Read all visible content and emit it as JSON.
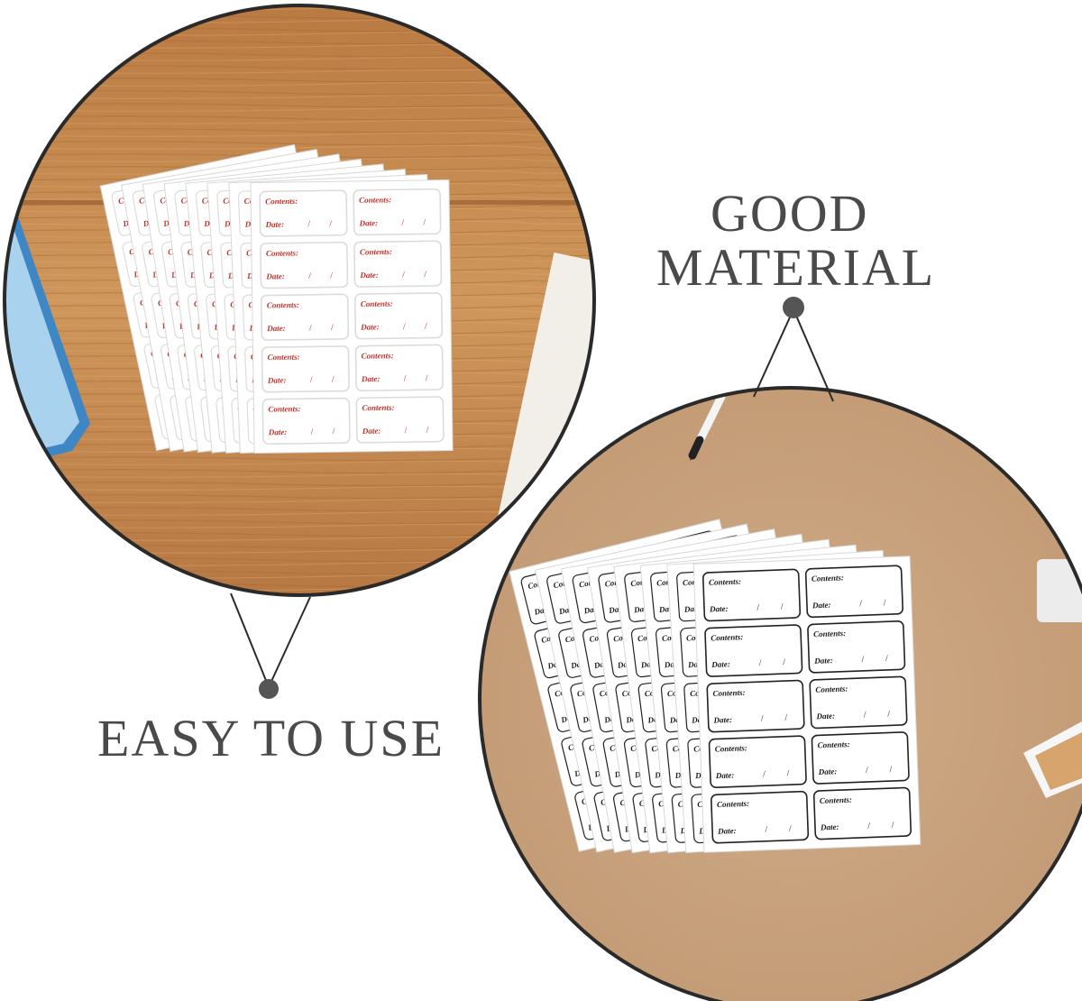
{
  "captions": {
    "easy_to_use": "EASY TO USE",
    "good_material_line1": "GOOD",
    "good_material_line2": "MATERIAL"
  },
  "label_text": {
    "contents": "Contents:",
    "date": "Date:",
    "date_separator": "/"
  },
  "colors": {
    "wood_light": "#c98f55",
    "wood_dark": "#a96a34",
    "tan_surface": "#c7a27c",
    "red_label_text": "#c0302a",
    "black_label_text": "#1a1a1a",
    "circle_border": "#2a2a2a",
    "caption_text": "#4a4a4a",
    "binder_blue": "#5aa3d6"
  },
  "icons": {
    "connector_dot": "filled-circle",
    "pen": "pen-icon"
  }
}
